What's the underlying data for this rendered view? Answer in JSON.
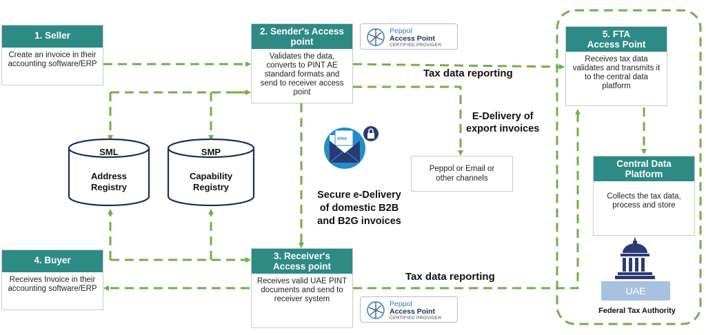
{
  "seller": {
    "title": "1. Seller",
    "body": "Create an invoice in their accounting software/ERP"
  },
  "sender_ap": {
    "title_line1": "2. Sender's Access",
    "title_line2": "point",
    "body": "Validates the data, converts to PINT AE standard formats and send to receiver access point"
  },
  "receiver_ap": {
    "title_line1": "3. Receiver's",
    "title_line2": "Access point",
    "body": "Receives valid UAE PINT documents and send to receiver system"
  },
  "buyer": {
    "title": "4. Buyer",
    "body": "Receives Invoice in their accounting software/ERP"
  },
  "fta_ap": {
    "title_line1": "5. FTA",
    "title_line2": "Access Point",
    "body": "Receives tax data validates and transmits it to the central data platform"
  },
  "central": {
    "title_line1": "Central Data",
    "title_line2": "Platform",
    "body": "Collects the tax data, process and store"
  },
  "sml": {
    "name": "SML",
    "line1": "Address",
    "line2": "Registry"
  },
  "smp": {
    "name": "SMP",
    "line1": "Capability",
    "line2": "Registry"
  },
  "channels": {
    "text": "Peppol or Email or other channels"
  },
  "labels": {
    "tax_top": "Tax data reporting",
    "tax_bottom": "Tax data reporting",
    "edelivery_export_1": "E-Delivery of",
    "edelivery_export_2": "export invoices",
    "secure_1": "Secure e-Delivery",
    "secure_2": "of domestic B2B",
    "secure_3": "and B2G invoices"
  },
  "badge": {
    "brand": "Peppol",
    "product": "Access Point",
    "tag": "CERTIFIED PROVIDER"
  },
  "einv_icon_text": "einv",
  "fta": {
    "country": "UAE",
    "name": "Federal Tax Authority"
  },
  "colors": {
    "teal": "#2e8a84",
    "green_dash": "#6fb043",
    "envelope": "#1f8fc7"
  }
}
